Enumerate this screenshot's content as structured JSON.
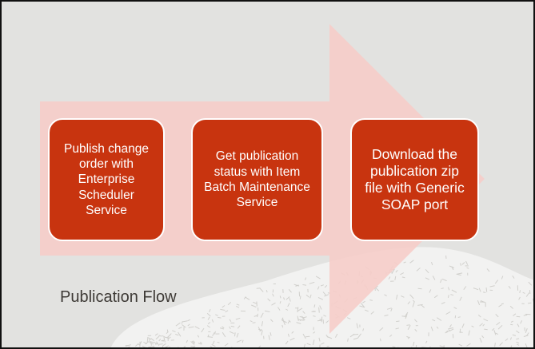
{
  "caption": "Publication Flow",
  "steps": [
    {
      "label": "Publish change order with Enterprise Scheduler Service"
    },
    {
      "label": "Get publication status with Item Batch Maintenance Service"
    },
    {
      "label": "Download the publication zip file with Generic SOAP port"
    }
  ],
  "colors": {
    "background": "#e2e2e0",
    "arrow": "#f6cdc9",
    "step_fill": "#c8340f",
    "step_border": "#ffffff",
    "caption_text": "#3e3a36"
  }
}
